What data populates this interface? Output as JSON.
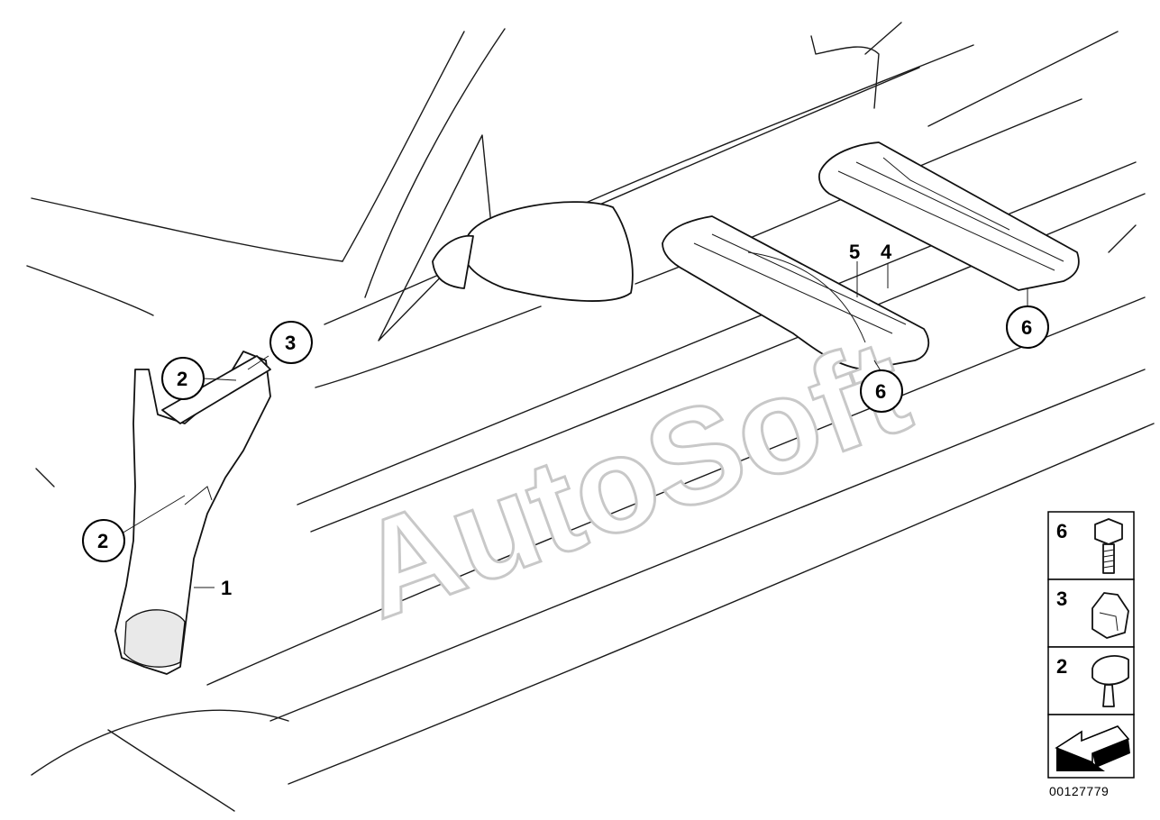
{
  "watermark": "AutoSoft",
  "diagram_id": "00127779",
  "labels": {
    "part_1": "1",
    "part_2a": "2",
    "part_2b": "2",
    "part_3": "3",
    "part_4": "4",
    "part_5": "5",
    "part_6a": "6",
    "part_6b": "6"
  },
  "legend": [
    {
      "number": "6",
      "icon": "bolt-icon"
    },
    {
      "number": "3",
      "icon": "clip-icon"
    },
    {
      "number": "2",
      "icon": "rivet-icon"
    },
    {
      "number": "",
      "icon": "arrow-icon"
    }
  ]
}
